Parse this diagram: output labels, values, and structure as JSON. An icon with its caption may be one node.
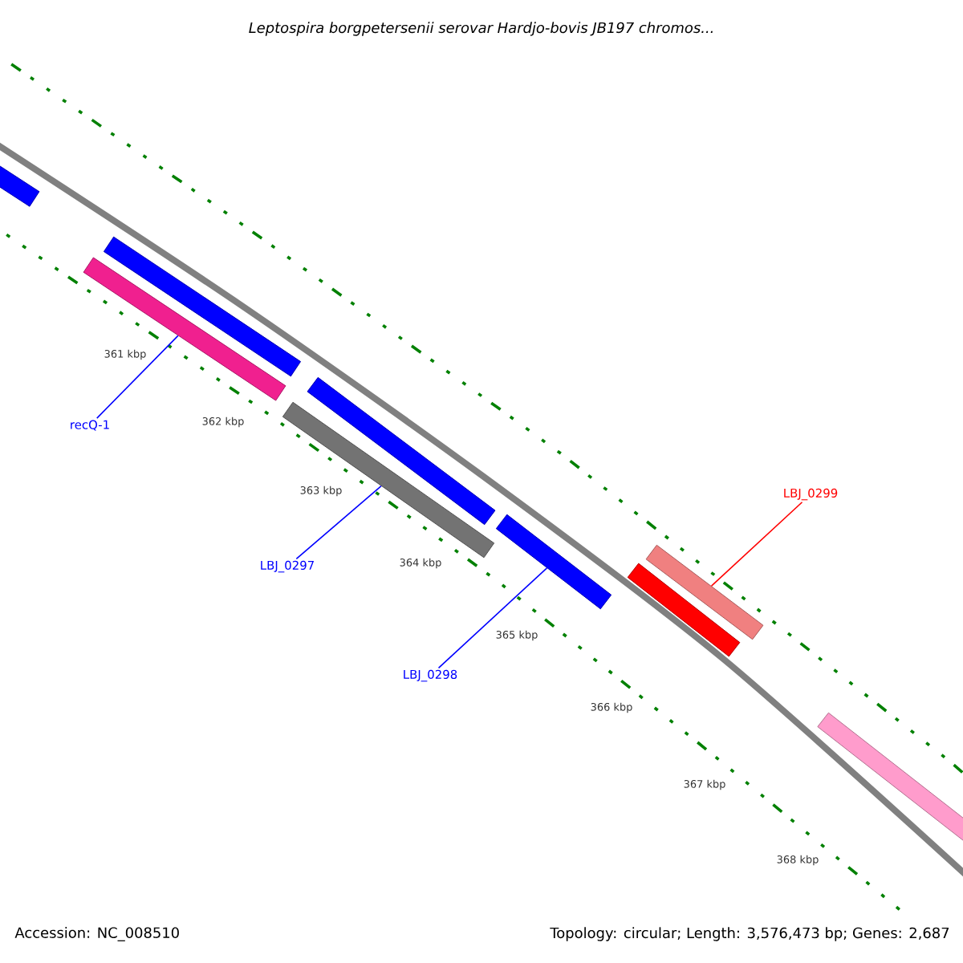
{
  "diagram": {
    "title": "Leptospira borgpetersenii serovar Hardjo-bovis JB197 chromos...",
    "nodes": [
      {
        "text": [],
        "shape": "bar"
      },
      {
        "text": [],
        "shape": "bar"
      },
      {
        "text": [],
        "shape": "bar"
      },
      {
        "text": [],
        "shape": "bar"
      },
      {
        "text": [],
        "shape": "bar"
      },
      {
        "text": [],
        "shape": "bar"
      },
      {
        "text": [],
        "shape": "bar"
      },
      {
        "text": [],
        "shape": "bar"
      },
      {
        "text": [],
        "shape": "bar"
      },
      {
        "text": [
          "recQ-1"
        ]
      },
      {
        "text": [
          "LBJ_0297"
        ]
      },
      {
        "text": [
          "LBJ_0298"
        ]
      },
      {
        "text": [
          "LBJ_0299"
        ]
      }
    ],
    "edges": [
      {
        "from": 9,
        "to": 2,
        "arrow": "none"
      },
      {
        "from": 10,
        "to": 4,
        "arrow": "none"
      },
      {
        "from": 11,
        "to": 5,
        "arrow": "none"
      },
      {
        "from": 12,
        "to": 6,
        "arrow": "none",
        "color": "#ff0000"
      }
    ],
    "labels": [
      "361 kbp",
      "362 kbp",
      "363 kbp",
      "364 kbp",
      "365 kbp",
      "366 kbp",
      "367 kbp",
      "368 kbp",
      "Accession: NC_008510",
      "Topology: circular; Length: 3,576,473 bp; Genes: 2,687"
    ]
  }
}
